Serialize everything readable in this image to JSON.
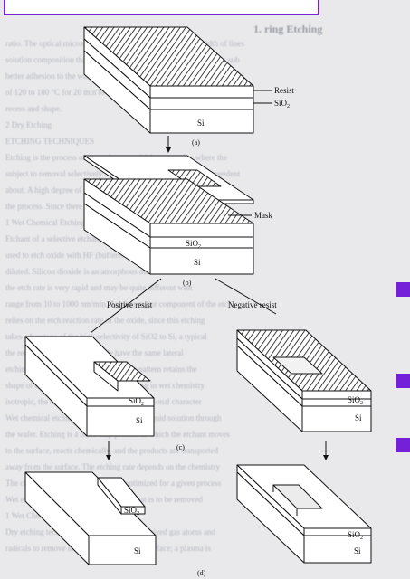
{
  "colors": {
    "accent": "#7420d8",
    "page": "#e9e9ec",
    "substrate": "#ffffff",
    "ink": "#111111"
  },
  "background": {
    "heading": "1. ring Etching",
    "lines": [
      "ratio. The optical microscope has a resolving power for the width of lines",
      "solution composition that is a factor or less the SiO2 and etch in the sub",
      "better adhesion to the wafers. This can be achieved at a temperature of",
      "of 120 to 180 °C for 20 min to 30 min, the resist can be reflowed",
      "recess and shape.",
      "2   Dry Etching",
      "ETCHING TECHNIQUES",
      "Etching is the process of removing material from a wafer, where the",
      "subject to removal selectively. The etch rates are temperature dependent",
      "about. A high degree of selectivity is required to preserve the masking",
      "the process. Since there is a relationship between the etch rate",
      "1   Wet Chemical Etching",
      "Etchant of a selective etchant is put together with another solution",
      "used to etch oxide with HF (buffered) and it is used as well as with",
      "diluted. Silicon dioxide is an amorphous material and is etched",
      "the etch rate is very rapid and may be quite different with",
      "range from 10 to 1000 nm/min. Another major component of the etch",
      "relies on the etch reaction rate of the oxide, since this etching",
      "takes advantage of the high selectivity of SiO2 to Si, a typical",
      "the resist and the patterned oxide have the same lateral",
      "etching along the interface, the resulting pattern retains the",
      "shape of the mask on the wafer, and etching in wet chemistry",
      "isotropic, the dry etch processes have a directional character",
      "Wet chemical etching is characterized by a liquid solution through",
      "the wafer. Etching is a three-step process in which the etchant moves",
      "to the surface, reacts chemically, and the products are transported",
      "away from the surface. The etching rate depends on the chemistry",
      "The chemical composition has to be optimized for a given process",
      "Wet etching uses the chemical solution that is to be removed",
      "1   Wet Chemical Etching",
      "Dry etching techniques use a plasma with ionized gas atoms and",
      "radicals to remove material from the wafer surface; a plasma is"
    ]
  },
  "diagram": {
    "labels": {
      "resist": "Resist",
      "sio2": "SiO",
      "sio2_sub": "2",
      "si": "Si",
      "mask": "Mask",
      "positive_resist": "Positive resist",
      "negative_resist": "Negative resist"
    },
    "captions": {
      "a": "(a)",
      "b": "(b)",
      "c": "(c)",
      "d": "(d)"
    }
  }
}
